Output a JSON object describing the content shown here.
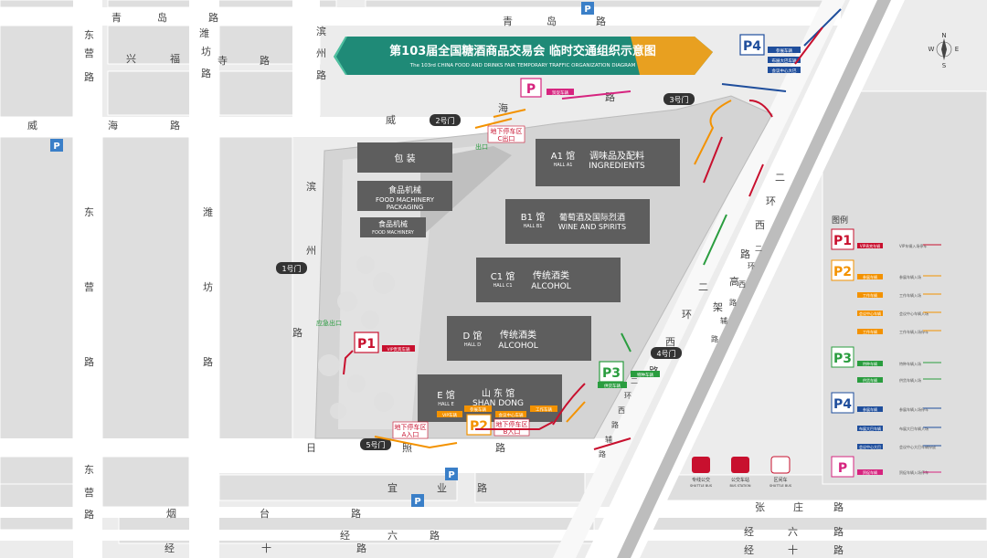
{
  "title": {
    "main": "第103届全国糖酒商品交易会  临时交通组织示意图",
    "sub": "The 103rd CHINA FOOD AND DRINKS FAIR TEMPORARY TRAFFIC ORGANIZATION DIAGRAM"
  },
  "roads": {
    "qingdao_left": [
      "青",
      "岛",
      "路"
    ],
    "qingdao_right": [
      "青",
      "岛",
      "路"
    ],
    "xingfusi": [
      "兴",
      "福",
      "寺",
      "路"
    ],
    "dongying_top": [
      "东",
      "营",
      "路"
    ],
    "weifang_top": [
      "潍",
      "坊",
      "路"
    ],
    "binzhou_top": [
      "滨",
      "州",
      "路"
    ],
    "weihai_left": [
      "威",
      "海",
      "路"
    ],
    "weihai_right": [
      "威",
      "海",
      "路"
    ],
    "binzhou_main": [
      "滨",
      "州",
      "路"
    ],
    "dongying_mid": [
      "东",
      "营",
      "路"
    ],
    "weifang_mid": [
      "潍",
      "坊",
      "路"
    ],
    "rizhao": [
      "日",
      "照",
      "路"
    ],
    "yiye": [
      "宜",
      "业",
      "路"
    ],
    "dongying_bottom": [
      "东",
      "营",
      "路"
    ],
    "yantai": [
      "烟",
      "台",
      "路"
    ],
    "jingliu_left": [
      "经",
      "六",
      "路"
    ],
    "jingshi_left": [
      "经",
      "十",
      "路"
    ],
    "zhangzhuang": [
      "张",
      "庄",
      "路"
    ],
    "jingliu_right": [
      "经",
      "六",
      "路"
    ],
    "jingshi_right": [
      "经",
      "十",
      "路"
    ],
    "erhuan_west": [
      "二",
      "环",
      "西",
      "路"
    ],
    "erhuan_elevated": [
      "二",
      "环",
      "西",
      "路",
      "高",
      "架"
    ],
    "erhuan_aux": [
      "二",
      "环",
      "西",
      "路",
      "辅",
      "路"
    ],
    "erhuan_aux2": [
      "二",
      "环",
      "西",
      "路",
      "辅",
      "路"
    ]
  },
  "halls": {
    "packaging": "包  装",
    "food_machinery_pack_cn": "食品机械",
    "food_machinery_pack_en1": "FOOD MACHINERY",
    "food_machinery_pack_en2": "PACKAGING",
    "food_machinery_cn": "食品机械",
    "food_machinery_en": "FOOD MACHINERY",
    "a1_code": "A1 馆",
    "a1_code_en": "HALL A1",
    "a1_cn": "调味品及配料",
    "a1_en": "INGREDIENTS",
    "b1_code": "B1 馆",
    "b1_code_en": "HALL B1",
    "b1_cn": "葡萄酒及国际烈酒",
    "b1_en": "WINE AND SPIRITS",
    "c1_code": "C1 馆",
    "c1_code_en": "HALL C1",
    "c1_cn": "传统酒类",
    "c1_en": "ALCOHOL",
    "d_code": "D 馆",
    "d_code_en": "HALL D",
    "d_cn": "传统酒类",
    "d_en": "ALCOHOL",
    "e_code": "E 馆",
    "e_code_en": "HALL E",
    "e_cn": "山  东  馆",
    "e_en": "SHAN DONG"
  },
  "gates": {
    "g1": "1号门",
    "g2": "2号门",
    "g3": "3号门",
    "g4": "4号门",
    "g5": "5号门"
  },
  "labels": {
    "parking_c_1": "地下停车区",
    "parking_c_2": "C出口",
    "exit": "出口",
    "emergency_exit": "应急出口",
    "parking_a_1": "地下停车区",
    "parking_a_2": "A入口",
    "parking_b_1": "地下停车区",
    "parking_b_2": "B入口",
    "p1_tag": "VIP贵宾车辆",
    "p_tag": "贸促车辆",
    "p4_tag1": "参展车辆",
    "p4_tag2": "布展大巴车辆",
    "p4_tag3": "会议中心大巴",
    "p2_tag_vip": "VIP车辆",
    "p2_tag_exhibit": "参展车辆",
    "p2_tag_meeting": "会议中心车辆",
    "p2_tag_work": "工作车辆",
    "p3_tag1": "特种车辆",
    "p3_tag2": "供货车辆"
  },
  "parking_markers": [
    "P1",
    "P2",
    "P3",
    "P4",
    "P"
  ],
  "legend": {
    "title": "图例",
    "p1": {
      "label": "P1",
      "rows": [
        {
          "tag": "VIP贵宾车辆",
          "desc": "VIP车辆入场停车"
        }
      ]
    },
    "p2": {
      "label": "P2",
      "rows": [
        {
          "tag": "参展车辆",
          "desc": "参展车辆入场"
        },
        {
          "tag": "工作车辆",
          "desc": "工作车辆入场"
        },
        {
          "tag": "会议中心车辆",
          "desc": "会议中心车辆入场"
        },
        {
          "tag": "工作车辆",
          "desc": "工作车辆入场停车"
        }
      ]
    },
    "p3": {
      "label": "P3",
      "rows": [
        {
          "tag": "特种车辆",
          "desc": "特种车辆入场"
        },
        {
          "tag": "供货车辆",
          "desc": "供货车辆入场"
        }
      ]
    },
    "p4": {
      "label": "P4",
      "rows": [
        {
          "tag": "参展车辆",
          "desc": "参展车辆入场停车"
        },
        {
          "tag": "布展大巴车辆",
          "desc": "布展大巴车辆入场"
        },
        {
          "tag": "会议中心大巴",
          "desc": "会议中心大巴车辆停放"
        }
      ]
    },
    "p": {
      "label": "P",
      "rows": [
        {
          "tag": "贸促车辆",
          "desc": "贸促车辆入场停车"
        }
      ]
    },
    "bus_icons": [
      {
        "cn": "专线公交",
        "en": "SHUTTLE BUS"
      },
      {
        "cn": "公交车站",
        "en": "BUS STATION"
      },
      {
        "cn": "区间车",
        "en": "SHUTTLE BUS"
      }
    ]
  },
  "compass": {
    "n": "N",
    "s": "S",
    "e": "E",
    "w": "W"
  },
  "colors": {
    "p1": "#c8102e",
    "p2": "#f39200",
    "p3": "#2a9d3f",
    "p4": "#1f4e9c",
    "p": "#d6247f",
    "hall": "#5e5e5e",
    "road": "#ffffff",
    "block": "#dcdcdc"
  }
}
